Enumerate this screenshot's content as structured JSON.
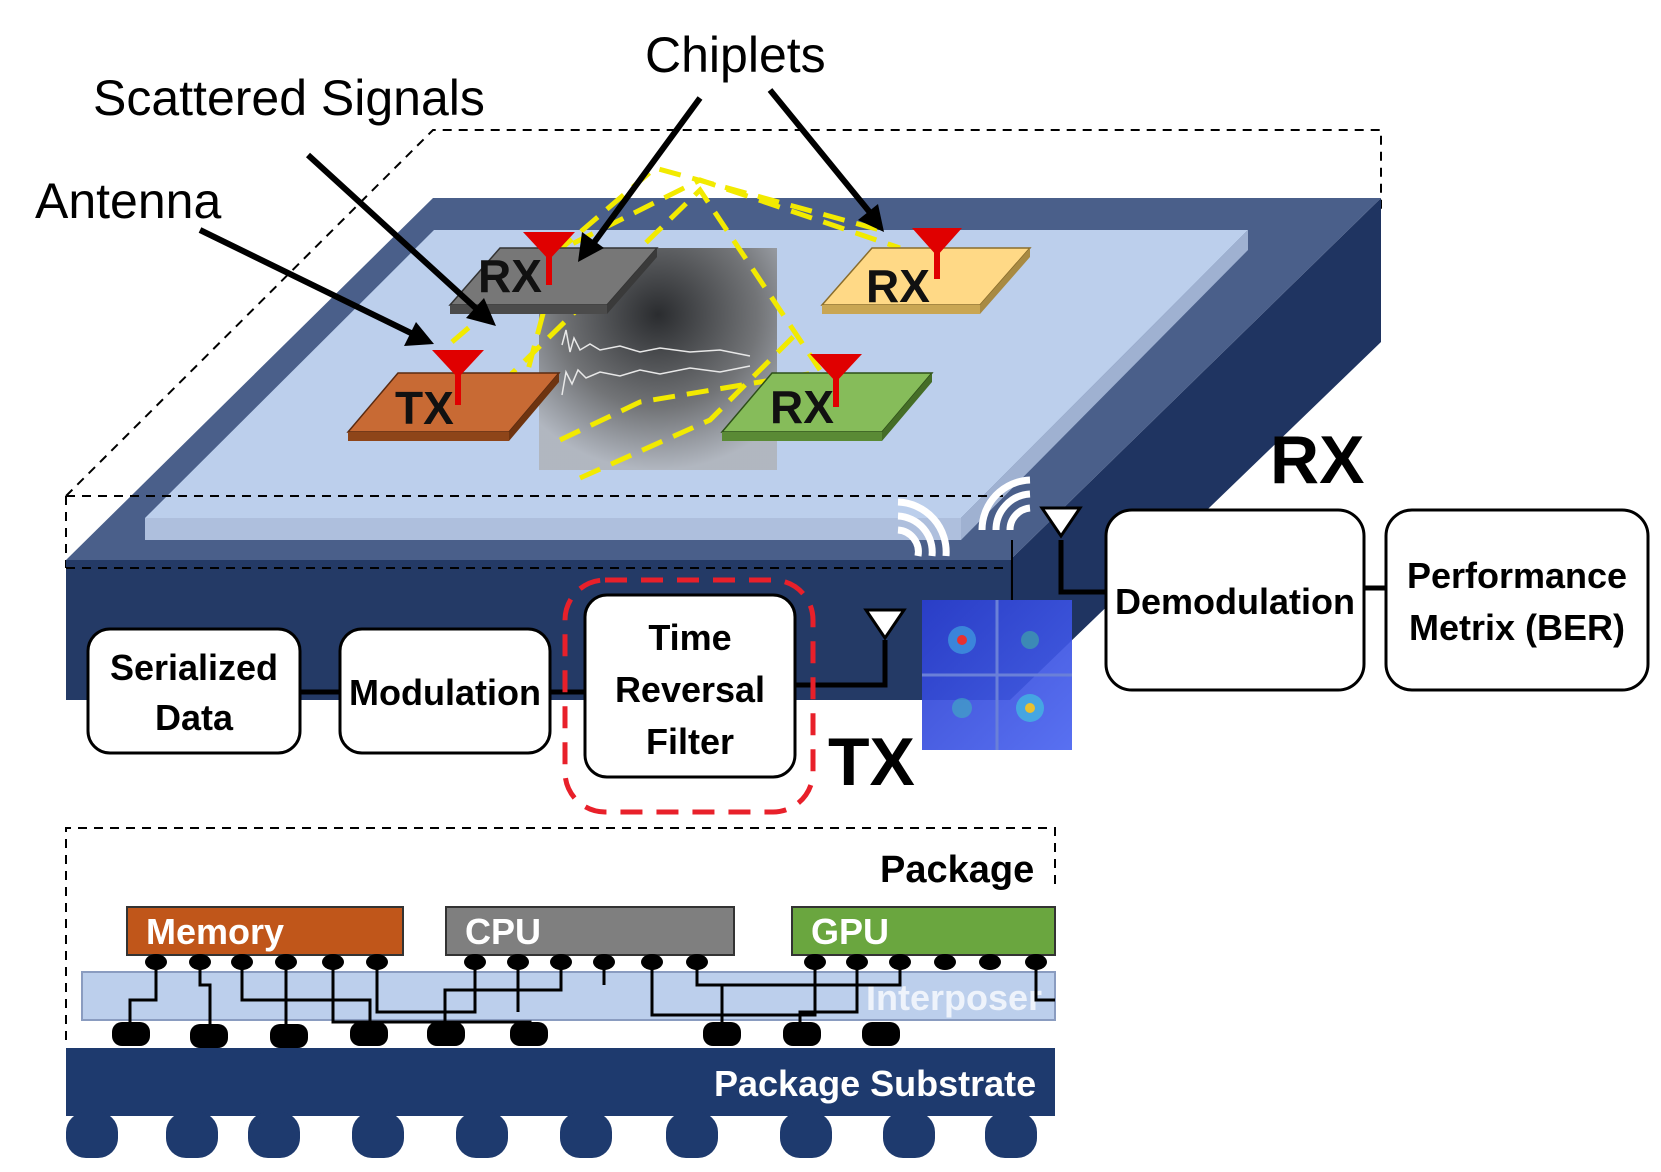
{
  "callouts": {
    "chiplets": "Chiplets",
    "scattered_signals": "Scattered Signals",
    "antenna": "Antenna"
  },
  "chiplets": [
    {
      "label": "RX",
      "color": "#777777"
    },
    {
      "label": "RX",
      "color": "#ffd986"
    },
    {
      "label": "TX",
      "color": "#c86a34"
    },
    {
      "label": "RX",
      "color": "#86bc5a"
    }
  ],
  "side_labels": {
    "rx": "RX",
    "tx": "TX"
  },
  "tx_chain": [
    {
      "lines": [
        "Serialized",
        "Data"
      ]
    },
    {
      "lines": [
        "Modulation"
      ]
    },
    {
      "lines": [
        "Time",
        "Reversal",
        "Filter"
      ]
    }
  ],
  "rx_chain": [
    {
      "lines": [
        "Demodulation"
      ]
    },
    {
      "lines": [
        "Performance",
        "Metrix (BER)"
      ]
    }
  ],
  "package": {
    "title": "Package",
    "components": [
      {
        "label": "Memory",
        "color": "#c0561a"
      },
      {
        "label": "CPU",
        "color": "#7f7f7f"
      },
      {
        "label": "GPU",
        "color": "#6aa63f"
      }
    ],
    "interposer": "Interposer",
    "substrate": "Package Substrate"
  },
  "colors": {
    "package_dark": "#243a66",
    "package_side": "#1f3461",
    "package_top": "#4a5f8a",
    "interposer": "#bccfec",
    "substrate": "#1e3a6e",
    "antenna": "#e00000",
    "signal_path": "#f2ea00",
    "highlight": "#e8202a"
  }
}
